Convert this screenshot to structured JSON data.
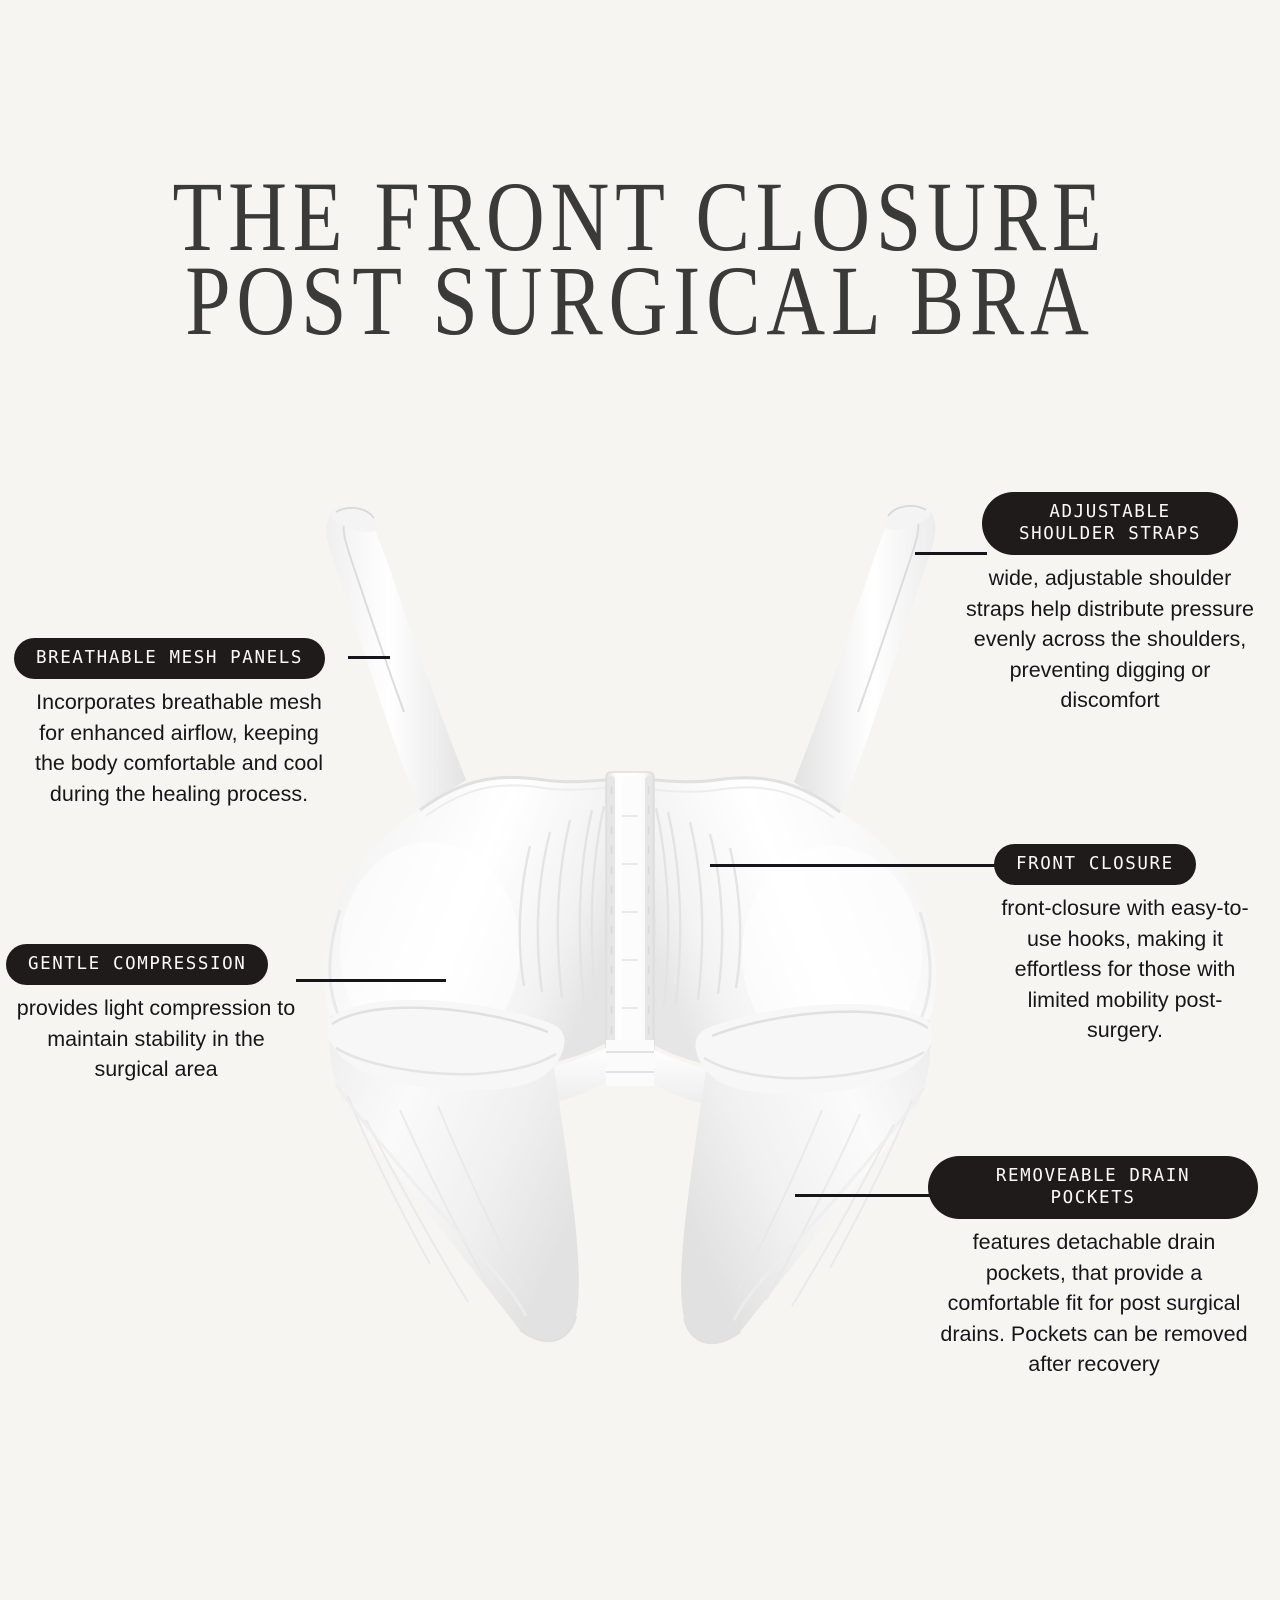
{
  "page": {
    "background_color": "#f7f5f2",
    "text_color": "#16161a",
    "pill_color": "#1e1b1a",
    "pill_text_color": "#fbfaf8",
    "title_color": "#3a3a38"
  },
  "title": {
    "line1": "THE FRONT CLOSURE",
    "line2": "POST SURGICAL BRA"
  },
  "product": {
    "alt": "white front-closure post surgical bra with drain pockets"
  },
  "callouts": [
    {
      "id": "adjustable-shoulder-straps",
      "label": "ADJUSTABLE SHOULDER STRAPS",
      "description": "wide, adjustable shoulder straps help distribute pressure evenly across the shoulders, preventing digging or discomfort",
      "side": "right"
    },
    {
      "id": "breathable-mesh-panels",
      "label": "BREATHABLE MESH PANELS",
      "description": "Incorporates breathable mesh for enhanced airflow, keeping the body comfortable and cool during the healing process.",
      "side": "left"
    },
    {
      "id": "gentle-compression",
      "label": "GENTLE COMPRESSION",
      "description": "provides light compression to maintain stability in the surgical area",
      "side": "left"
    },
    {
      "id": "front-closure",
      "label": "FRONT CLOSURE",
      "description": "front-closure with easy-to-use hooks, making it effortless for those with limited mobility post-surgery.",
      "side": "right"
    },
    {
      "id": "removeable-drain-pockets",
      "label": "REMOVEABLE DRAIN POCKETS",
      "description": "features detachable drain pockets, that provide a comfortable fit for post surgical drains. Pockets can be removed after recovery",
      "side": "right"
    }
  ]
}
